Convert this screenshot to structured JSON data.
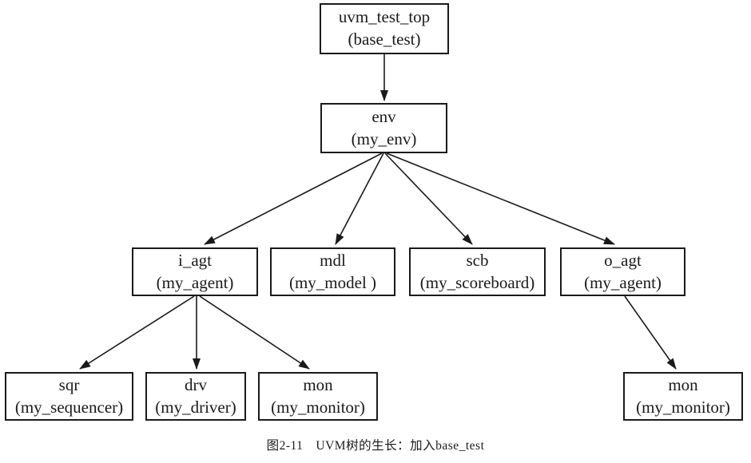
{
  "figure": {
    "caption": "图2-11　UVM树的生长：加入base_test",
    "colors": {
      "background": "#ffffff",
      "line": "#1a1a1a",
      "box_border": "#1a1a1a",
      "text": "#1a1a1a"
    },
    "nodes": [
      {
        "id": "uvm_test_top",
        "instance": "uvm_test_top",
        "class": "(base_test)"
      },
      {
        "id": "env",
        "instance": "env",
        "class": "(my_env)"
      },
      {
        "id": "i_agt",
        "instance": "i_agt",
        "class": "(my_agent)"
      },
      {
        "id": "mdl",
        "instance": "mdl",
        "class": "(my_model )"
      },
      {
        "id": "scb",
        "instance": "scb",
        "class": "(my_scoreboard)"
      },
      {
        "id": "o_agt",
        "instance": "o_agt",
        "class": "(my_agent)"
      },
      {
        "id": "sqr",
        "instance": "sqr",
        "class": "(my_sequencer)"
      },
      {
        "id": "drv",
        "instance": "drv",
        "class": "(my_driver)"
      },
      {
        "id": "mon_i",
        "instance": "mon",
        "class": "(my_monitor)"
      },
      {
        "id": "mon_o",
        "instance": "mon",
        "class": "(my_monitor)"
      }
    ],
    "edges": [
      {
        "from": "uvm_test_top",
        "to": "env"
      },
      {
        "from": "env",
        "to": "i_agt"
      },
      {
        "from": "env",
        "to": "mdl"
      },
      {
        "from": "env",
        "to": "scb"
      },
      {
        "from": "env",
        "to": "o_agt"
      },
      {
        "from": "i_agt",
        "to": "sqr"
      },
      {
        "from": "i_agt",
        "to": "drv"
      },
      {
        "from": "i_agt",
        "to": "mon_i"
      },
      {
        "from": "o_agt",
        "to": "mon_o"
      }
    ]
  }
}
